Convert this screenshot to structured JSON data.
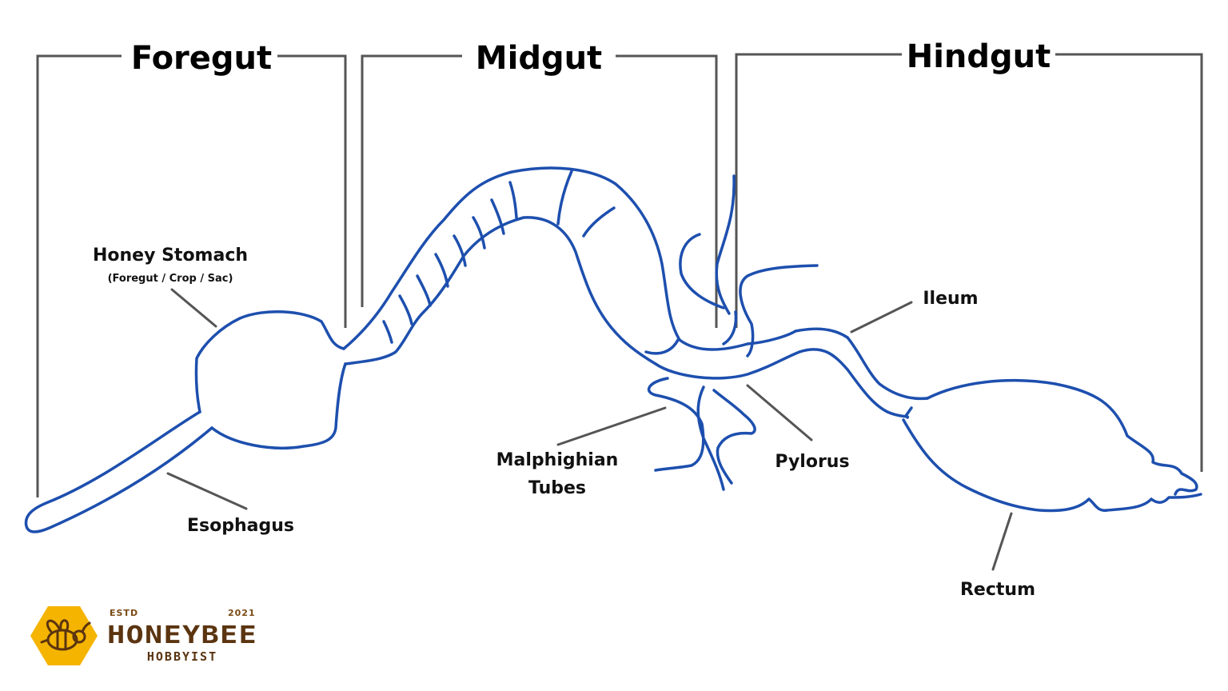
{
  "sections": {
    "foregut": "Foregut",
    "midgut": "Midgut",
    "hindgut": "Hindgut"
  },
  "parts": {
    "honey_stomach": "Honey Stomach",
    "honey_stomach_sub": "(Foregut / Crop / Sac)",
    "esophagus": "Esophagus",
    "malpighian_line1": "Malphighian",
    "malpighian_line2": "Tubes",
    "pylorus": "Pylorus",
    "ileum": "Ileum",
    "rectum": "Rectum"
  },
  "logo": {
    "estd": "ESTD",
    "year": "2021",
    "name": "HONEYBEE",
    "sub": "HOBBYIST",
    "hex_color": "#f4b400",
    "text_color": "#5b3410"
  },
  "colors": {
    "gut_stroke": "#1d4fae",
    "bracket_stroke": "#555555"
  }
}
